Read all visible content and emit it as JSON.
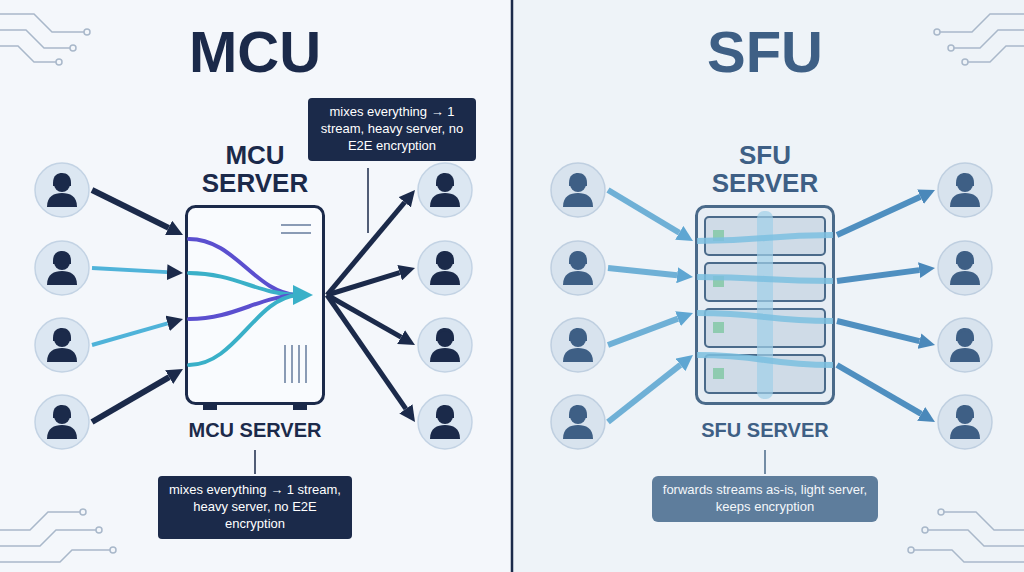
{
  "diagram": {
    "nodes": [
      {
        "text": []
      },
      {
        "text": []
      },
      {
        "text": []
      },
      {
        "text": []
      },
      {
        "text": [
          "MCU SERVER",
          "MCU SERVER"
        ]
      },
      {
        "text": [
          "mixes everything → 1 stream, heavy server, no E2E encryption"
        ]
      },
      {
        "text": []
      },
      {
        "text": []
      },
      {
        "text": []
      },
      {
        "text": []
      },
      {
        "text": [
          "mixes everything → 1 stream, heavy server, no E2E encryption"
        ]
      },
      {
        "text": []
      },
      {
        "text": []
      },
      {
        "text": []
      },
      {
        "text": []
      },
      {
        "text": [
          "SFU SERVER",
          "SFU SERVER"
        ]
      },
      {
        "text": []
      },
      {
        "text": []
      },
      {
        "text": []
      },
      {
        "text": []
      },
      {
        "text": [
          "forwards streams as-is, light server, keeps encryption"
        ]
      }
    ],
    "edges": [
      {
        "from": 0,
        "to": 4,
        "arrow": "to"
      },
      {
        "from": 1,
        "to": 4,
        "arrow": "to"
      },
      {
        "from": 2,
        "to": 4,
        "arrow": "to"
      },
      {
        "from": 3,
        "to": 4,
        "arrow": "to"
      },
      {
        "from": 4,
        "to": 6,
        "arrow": "to"
      },
      {
        "from": 4,
        "to": 7,
        "arrow": "to"
      },
      {
        "from": 4,
        "to": 8,
        "arrow": "to"
      },
      {
        "from": 4,
        "to": 9,
        "arrow": "to"
      },
      {
        "from": 11,
        "to": 15,
        "arrow": "to"
      },
      {
        "from": 12,
        "to": 15,
        "arrow": "to"
      },
      {
        "from": 13,
        "to": 15,
        "arrow": "to"
      },
      {
        "from": 14,
        "to": 15,
        "arrow": "to"
      },
      {
        "from": 15,
        "to": 16,
        "arrow": "to"
      },
      {
        "from": 15,
        "to": 17,
        "arrow": "to"
      },
      {
        "from": 15,
        "to": 18,
        "arrow": "to"
      },
      {
        "from": 15,
        "to": 19,
        "arrow": "to"
      }
    ],
    "labels": [
      "MCU",
      "SFU"
    ]
  }
}
